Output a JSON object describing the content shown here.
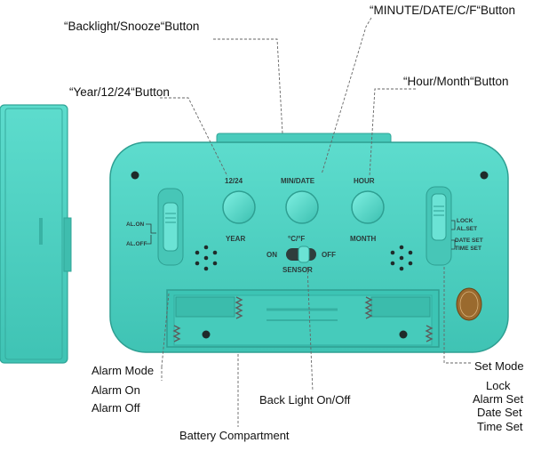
{
  "callouts": {
    "backlight_snooze": "“Backlight/Snooze“Button",
    "minute_date_cf": "“MINUTE/DATE/C/F“Button",
    "year_12_24": "“Year/12/24“Button",
    "hour_month": "“Hour/Month“Button",
    "alarm_mode": "Alarm Mode",
    "alarm_on": "Alarm On",
    "alarm_off": "Alarm Off",
    "back_light": "Back Light On/Off",
    "battery": "Battery Compartment",
    "set_mode": "Set Mode",
    "lock": "Lock",
    "alarm_set": "Alarm Set",
    "date_set": "Date Set",
    "time_set": "Time Set"
  },
  "device_labels": {
    "button_12_24": "12/24",
    "button_min_date": "MIN/DATE",
    "button_hour": "HOUR",
    "year": "YEAR",
    "month": "MONTH",
    "cf": "°C/°F",
    "on": "ON",
    "off": "OFF",
    "sensor": "SENSOR",
    "al_on": "AL.ON",
    "al_off": "AL.OFF",
    "lock": "LOCK",
    "al_set": "AL.SET",
    "date_set": "DATE SET",
    "time_set": "TIME SET"
  },
  "colors": {
    "body_teal": "#4fd3c4",
    "body_shadow": "#37b3a5",
    "compartment": "#3cc4b4",
    "label_text": "#2b3b3a"
  }
}
